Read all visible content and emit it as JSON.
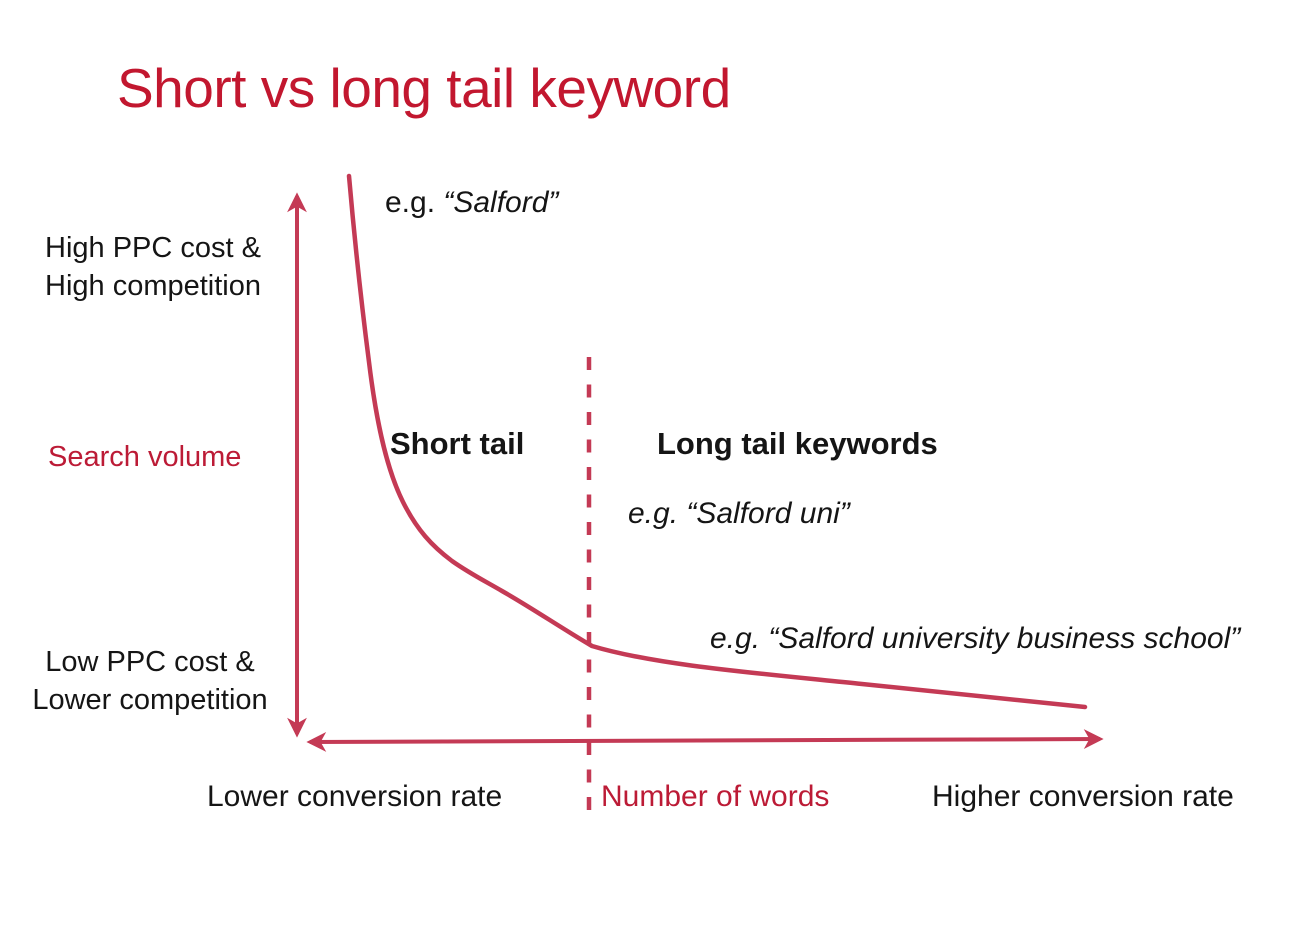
{
  "title": "Short vs long tail keyword",
  "colors": {
    "title": "#c2172f",
    "red_text": "#bc1b36",
    "line": "#c43a55",
    "black": "#151515"
  },
  "y_axis": {
    "top_label_line1": "High PPC cost &",
    "top_label_line2": "High competition",
    "mid_label": "Search volume",
    "bottom_label_line1": "Low PPC cost &",
    "bottom_label_line2": "Lower competition"
  },
  "x_axis": {
    "left_label": "Lower conversion rate",
    "center_label": "Number of words",
    "right_label": "Higher conversion rate"
  },
  "regions": {
    "short_tail_label": "Short tail",
    "long_tail_label": "Long tail keywords"
  },
  "examples": {
    "top_prefix": "e.g. ",
    "top_keyword": "“Salford”",
    "middle": "e.g. “Salford uni”",
    "bottom": "e.g. “Salford university business school”"
  }
}
